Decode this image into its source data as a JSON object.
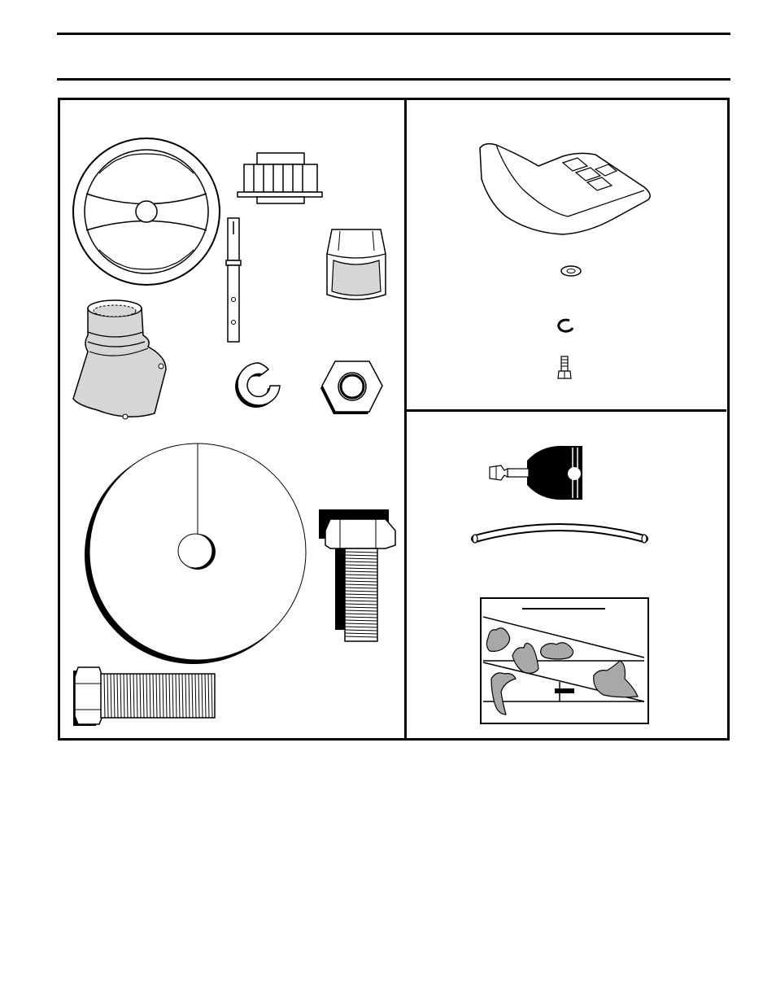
{
  "page": {
    "header_title": "",
    "left_panel_caption": "",
    "right_top_caption": "",
    "right_bottom_caption": ""
  },
  "parts": {
    "left": [
      {
        "id": "steering-wheel",
        "icon": "steering-wheel-icon"
      },
      {
        "id": "steering-adapter",
        "icon": "steering-adapter-icon"
      },
      {
        "id": "steering-shaft",
        "icon": "steering-shaft-icon"
      },
      {
        "id": "steering-cap",
        "icon": "steering-cap-icon"
      },
      {
        "id": "steering-column-boot",
        "icon": "column-boot-icon"
      },
      {
        "id": "lock-washer",
        "icon": "lock-washer-icon"
      },
      {
        "id": "hex-nut",
        "icon": "hex-nut-icon"
      },
      {
        "id": "flat-washer-large",
        "icon": "flat-washer-icon"
      },
      {
        "id": "short-bolt",
        "icon": "short-bolt-icon"
      },
      {
        "id": "long-bolt",
        "icon": "long-bolt-icon"
      }
    ],
    "right_top": [
      {
        "id": "seat",
        "icon": "seat-icon"
      },
      {
        "id": "seat-washer",
        "icon": "small-washer-icon"
      },
      {
        "id": "seat-lock-washer",
        "icon": "small-lock-washer-icon"
      },
      {
        "id": "seat-screw",
        "icon": "small-screw-icon"
      }
    ],
    "right_bottom": [
      {
        "id": "ignition-key",
        "icon": "ignition-key-icon"
      },
      {
        "id": "hose",
        "icon": "hose-icon"
      },
      {
        "id": "slope-guide",
        "icon": "slope-guide-icon"
      }
    ]
  },
  "colors": {
    "ink": "#000000",
    "paper": "#ffffff",
    "shade": "#d6d6d6",
    "hill_shade": "#a8a8a8"
  }
}
